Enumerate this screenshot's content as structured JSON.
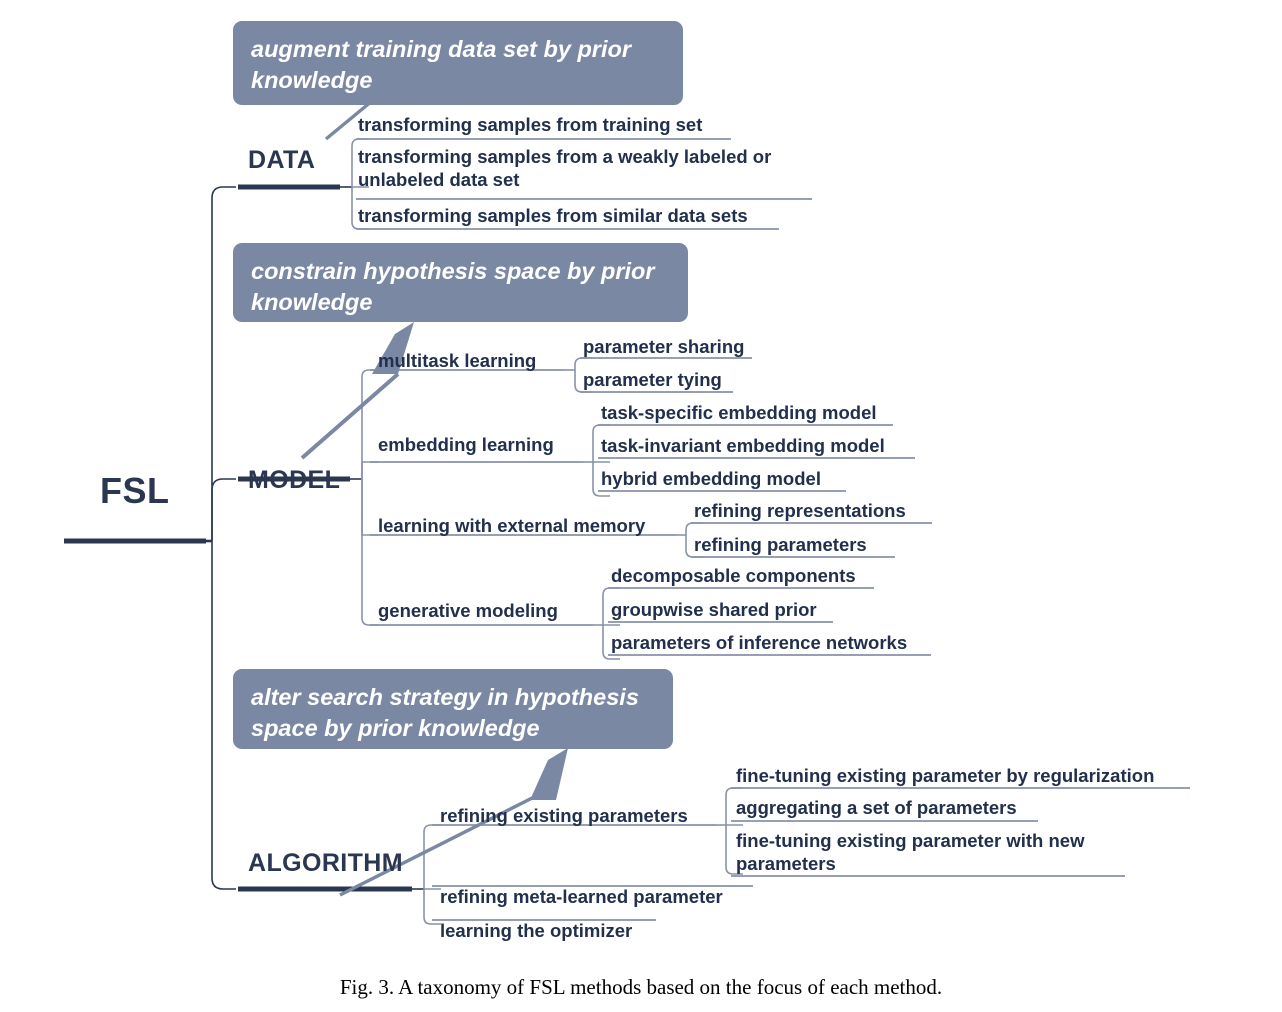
{
  "figure": {
    "caption": "Fig. 3.  A taxonomy of FSL methods based on the focus of each method.",
    "root": "FSL"
  },
  "colors": {
    "callout_bg": "#7b88a3",
    "callout_text": "#ffffff",
    "node_text": "#22304d",
    "main_line": "#2b3750",
    "leaf_line": "#8892a8"
  },
  "branches": {
    "data": {
      "label": "DATA",
      "callout": "augment training data set by prior knowledge",
      "children": [
        {
          "label": "transforming samples from training set"
        },
        {
          "label": "transforming samples from a weakly labeled or unlabeled data set"
        },
        {
          "label": "transforming samples from similar data sets"
        }
      ]
    },
    "model": {
      "label": "MODEL",
      "callout": "constrain hypothesis space by prior knowledge",
      "children": [
        {
          "label": "multitask learning",
          "children": [
            {
              "label": "parameter sharing"
            },
            {
              "label": "parameter tying"
            }
          ]
        },
        {
          "label": "embedding learning",
          "children": [
            {
              "label": "task-specific embedding model"
            },
            {
              "label": "task-invariant embedding model"
            },
            {
              "label": "hybrid embedding model"
            }
          ]
        },
        {
          "label": "learning with external memory",
          "children": [
            {
              "label": "refining representations"
            },
            {
              "label": "refining parameters"
            }
          ]
        },
        {
          "label": "generative modeling",
          "children": [
            {
              "label": "decomposable components"
            },
            {
              "label": "groupwise shared prior"
            },
            {
              "label": "parameters of inference networks"
            }
          ]
        }
      ]
    },
    "algorithm": {
      "label": "ALGORITHM",
      "callout": "alter search strategy in hypothesis space by prior knowledge",
      "children": [
        {
          "label": "refining existing parameters",
          "children": [
            {
              "label": "fine-tuning existing parameter by regularization"
            },
            {
              "label": "aggregating a set of parameters"
            },
            {
              "label": "fine-tuning existing parameter with new parameters"
            }
          ]
        },
        {
          "label": "refining meta-learned parameter"
        },
        {
          "label": "learning the optimizer"
        }
      ]
    }
  }
}
